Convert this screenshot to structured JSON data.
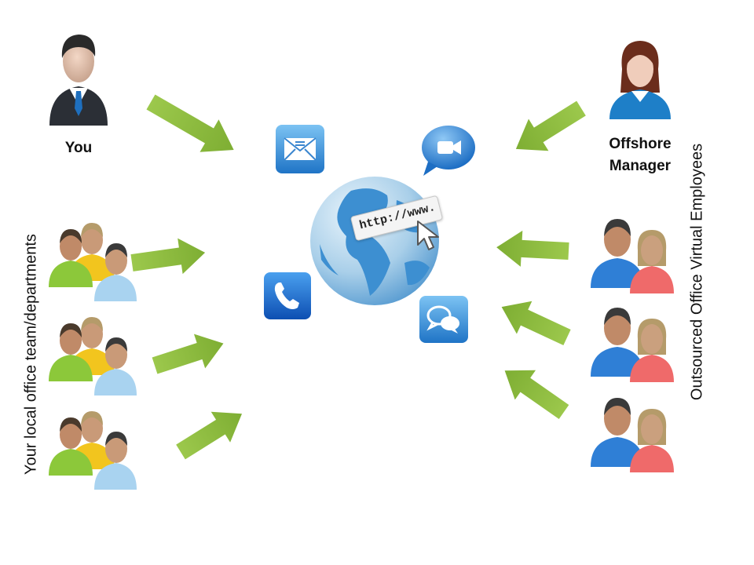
{
  "labels": {
    "you": "You",
    "offshore_manager_line1": "Offshore",
    "offshore_manager_line2": "Manager",
    "left_group": "Your local office team/departments",
    "right_group": "Outsourced Office Virtual Employees"
  },
  "globe": {
    "url_text": "http://www."
  },
  "colors": {
    "arrow_green": "#8cb83f",
    "globe_blue": "#3d8fd1",
    "tile_blue": "#2f86d6",
    "suit_dark": "#2b2f36",
    "manager_blue": "#1e7fc8"
  },
  "icons": [
    "email-icon",
    "video-chat-icon",
    "phone-icon",
    "chat-icon",
    "globe-icon",
    "cursor-icon"
  ]
}
